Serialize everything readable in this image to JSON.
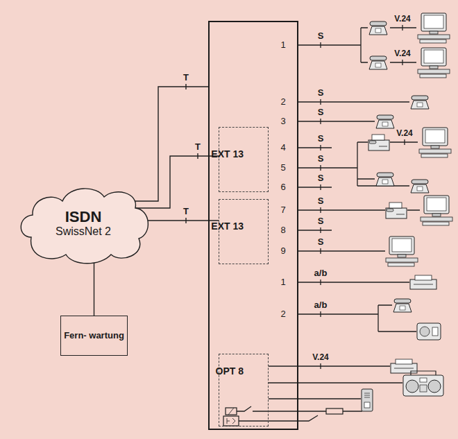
{
  "diagram": {
    "nodes": [
      {
        "text": [
          "ISDN",
          "SwissNet 2"
        ]
      },
      {
        "text": [
          "Fern- wartung"
        ]
      },
      {
        "text": [
          "1",
          "2",
          "3",
          "4",
          "5",
          "6",
          "7",
          "8",
          "9",
          "1",
          "2"
        ]
      },
      {
        "text": [
          "EXT 13"
        ],
        "in": 2
      },
      {
        "text": [
          "EXT 13"
        ],
        "in": 2
      },
      {
        "text": [
          "OPT 8"
        ],
        "in": 2
      }
    ],
    "edges": [
      {
        "from": 0,
        "to": 2,
        "label": "T",
        "arrow": "none"
      },
      {
        "from": 0,
        "to": 3,
        "label": "T",
        "arrow": "none"
      },
      {
        "from": 0,
        "to": 4,
        "label": "T",
        "arrow": "none"
      },
      {
        "from": 0,
        "to": 1,
        "arrow": "none"
      }
    ],
    "labels": [
      "V.24",
      "S",
      "V.24",
      "S",
      "S",
      "V.24",
      "S",
      "S",
      "S",
      "S",
      "S",
      "S",
      "a/b",
      "a/b",
      "V.24"
    ]
  }
}
